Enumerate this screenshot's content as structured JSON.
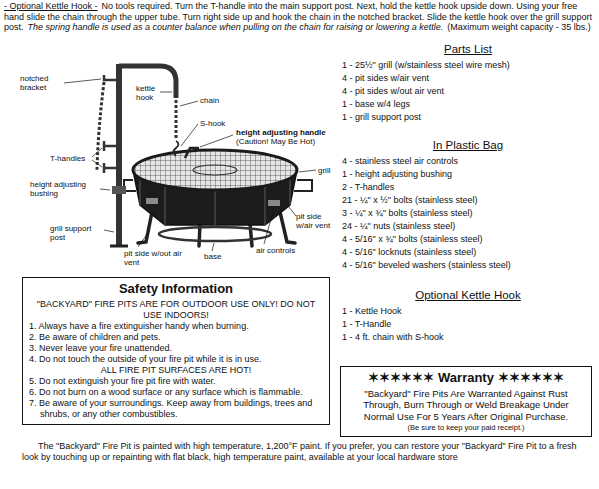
{
  "diagram": {
    "nodes": [
      {
        "text": [
          "Safety Information",
          "\"BACKYARD\" FIRE PITS ARE FOR OUTDOOR USE ONLY!  DO NOT USE INDOORS!",
          "1. Always have a fire extinguisher handy when burning.",
          "2. Be aware of children and pets.",
          "3. Never leave your fire unattended.",
          "4. Do not touch the outside of your fire pit while it is in use.",
          "ALL FIRE PIT SURFACES ARE HOT!",
          "5. Do not extinguish your fire pit fire with water.",
          "6. Do not burn on a wood surface or any surface which is flammable.",
          "7. Be aware of your surroundings.  Keep away from buildings, trees and shrubs, or any other combustibles."
        ]
      },
      {
        "text": [
          "✶✶✶✶✶✶ Warranty ✶✶✶✶✶✶",
          "\"Backyard\" Fire Pits Are Warranted Against Rust Through, Burn Through or Weld Breakage Under Normal Use For 5 Years After Original Purchase.",
          "(Be sure to keep your paid receipt.)"
        ]
      }
    ],
    "labels": [
      "- Optional Kettle Hook -",
      "No tools required. Turn the T-handle into the main support post. Next, hold the kettle hook upside down. Using your free hand slide the chain through the upper tube. Turn right side up and hook the chain in the notched bracket. Slide the kettle hook over the grill support post.",
      "The spring handle is used as a counter balance when pulling on the chain for raising or lowering a kettle.",
      "(Maximum weight capacity - 35 lbs.)",
      "notched bracket",
      "kettle hook",
      "chain",
      "S-hook",
      "height adjusting handle",
      "(Caution! May Be Hot)",
      "grill",
      "T-handles",
      "height adjusting bushing",
      "grill support post",
      "pit side w/air vent",
      "pit side w/out air vent",
      "air controls",
      "base",
      "Parts List",
      "1 - 25½\" grill (w/stainless steel wire mesh)",
      "4 - pit sides w/air vent",
      "4 - pit sides w/out air vent",
      "1 - base w/4 legs",
      "1 - grill support post",
      "In Plastic Bag",
      "4 - stainless steel air controls",
      "1 - height adjusting bushing",
      "2 - T-handles",
      "21 - ¼\" x ½\" bolts (stainless steel)",
      "3 - ¼\" x ¾\" bolts (stainless steel)",
      "24 - ¼\" nuts (stainless steel)",
      "4 - 5/16\" x ¾\" bolts (stainless steel)",
      "4 - 5/16\" locknuts (stainless steel)",
      "4 - 5/16\" beveled washers (stainless steel)",
      "Optional Kettle Hook",
      "1 - Kettle Hook",
      "1 - T-Handle",
      "1 - 4 ft. chain with S-hook",
      "The \"Backyard\" Fire Pit is painted with high temperature, 1,200°F paint.  If you prefer, you can restore your \"Backyard\" Fire Pit to a fresh look by touching up or repainting with flat black, high temperature paint, available at your local hardware store"
    ]
  }
}
